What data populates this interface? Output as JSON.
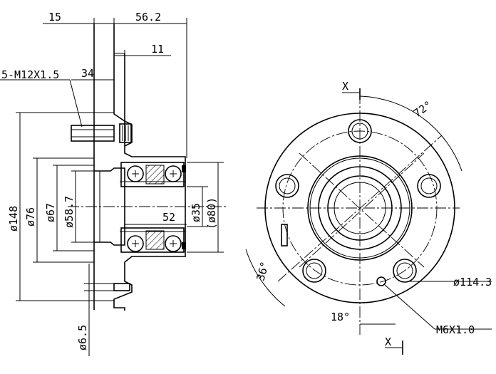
{
  "side_view": {
    "dims": {
      "width_15": "15",
      "width_56_2": "56.2",
      "width_11": "11",
      "stud": "5-M12X1.5",
      "len_34": "34",
      "dia_148": "ø148",
      "dia_76": "ø76",
      "dia_67": "ø67",
      "dia_58_7": "ø58.7",
      "width_52": "52",
      "dia_35": "ø35",
      "dia_80": "(ø80)",
      "dia_6_5": "ø6.5"
    }
  },
  "front_view": {
    "section": "X",
    "angle_72": "72°",
    "angle_36": "36°",
    "angle_18": "18°",
    "pcd": "ø114.3",
    "thread": "M6X1.0"
  }
}
